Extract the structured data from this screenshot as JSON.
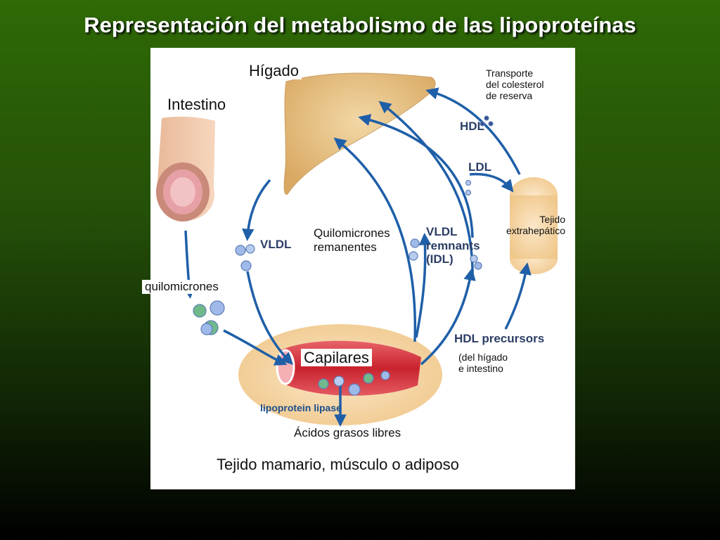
{
  "title": "Representación del metabolismo de las lipoproteínas",
  "labels": {
    "higado": "Hígado",
    "intestino": "Intestino",
    "transporte_l1": "Transporte",
    "transporte_l2": "del colesterol",
    "transporte_l3": "de reserva",
    "hdl": "HDL",
    "ldl": "LDL",
    "tejido_l1": "Tejido",
    "tejido_l2": "extrahepático",
    "vldl": "VLDL",
    "quilo_rem_l1": "Quilomicrones",
    "quilo_rem_l2": "remanentes",
    "vldl_rem_l1": "VLDL",
    "vldl_rem_l2": "remnants",
    "vldl_rem_l3": "(IDL)",
    "quilomicrones": "quilomicrones",
    "hdl_precursors": "HDL precursors",
    "origen_l1": "(del hígado",
    "origen_l2": "e intestino",
    "capilares": "Capilares",
    "lipoprotein_lipase": "lipoprotein lipase",
    "acidos": "Ácidos grasos libres",
    "tejido_mamario": "Tejido mamario, músculo o adiposo"
  },
  "colors": {
    "arrow": "#1f5fa8",
    "liver": "#e6bf80",
    "vessel": "#d0313b",
    "particle": "#9fb9e8",
    "particle_green": "#6fb98a"
  }
}
